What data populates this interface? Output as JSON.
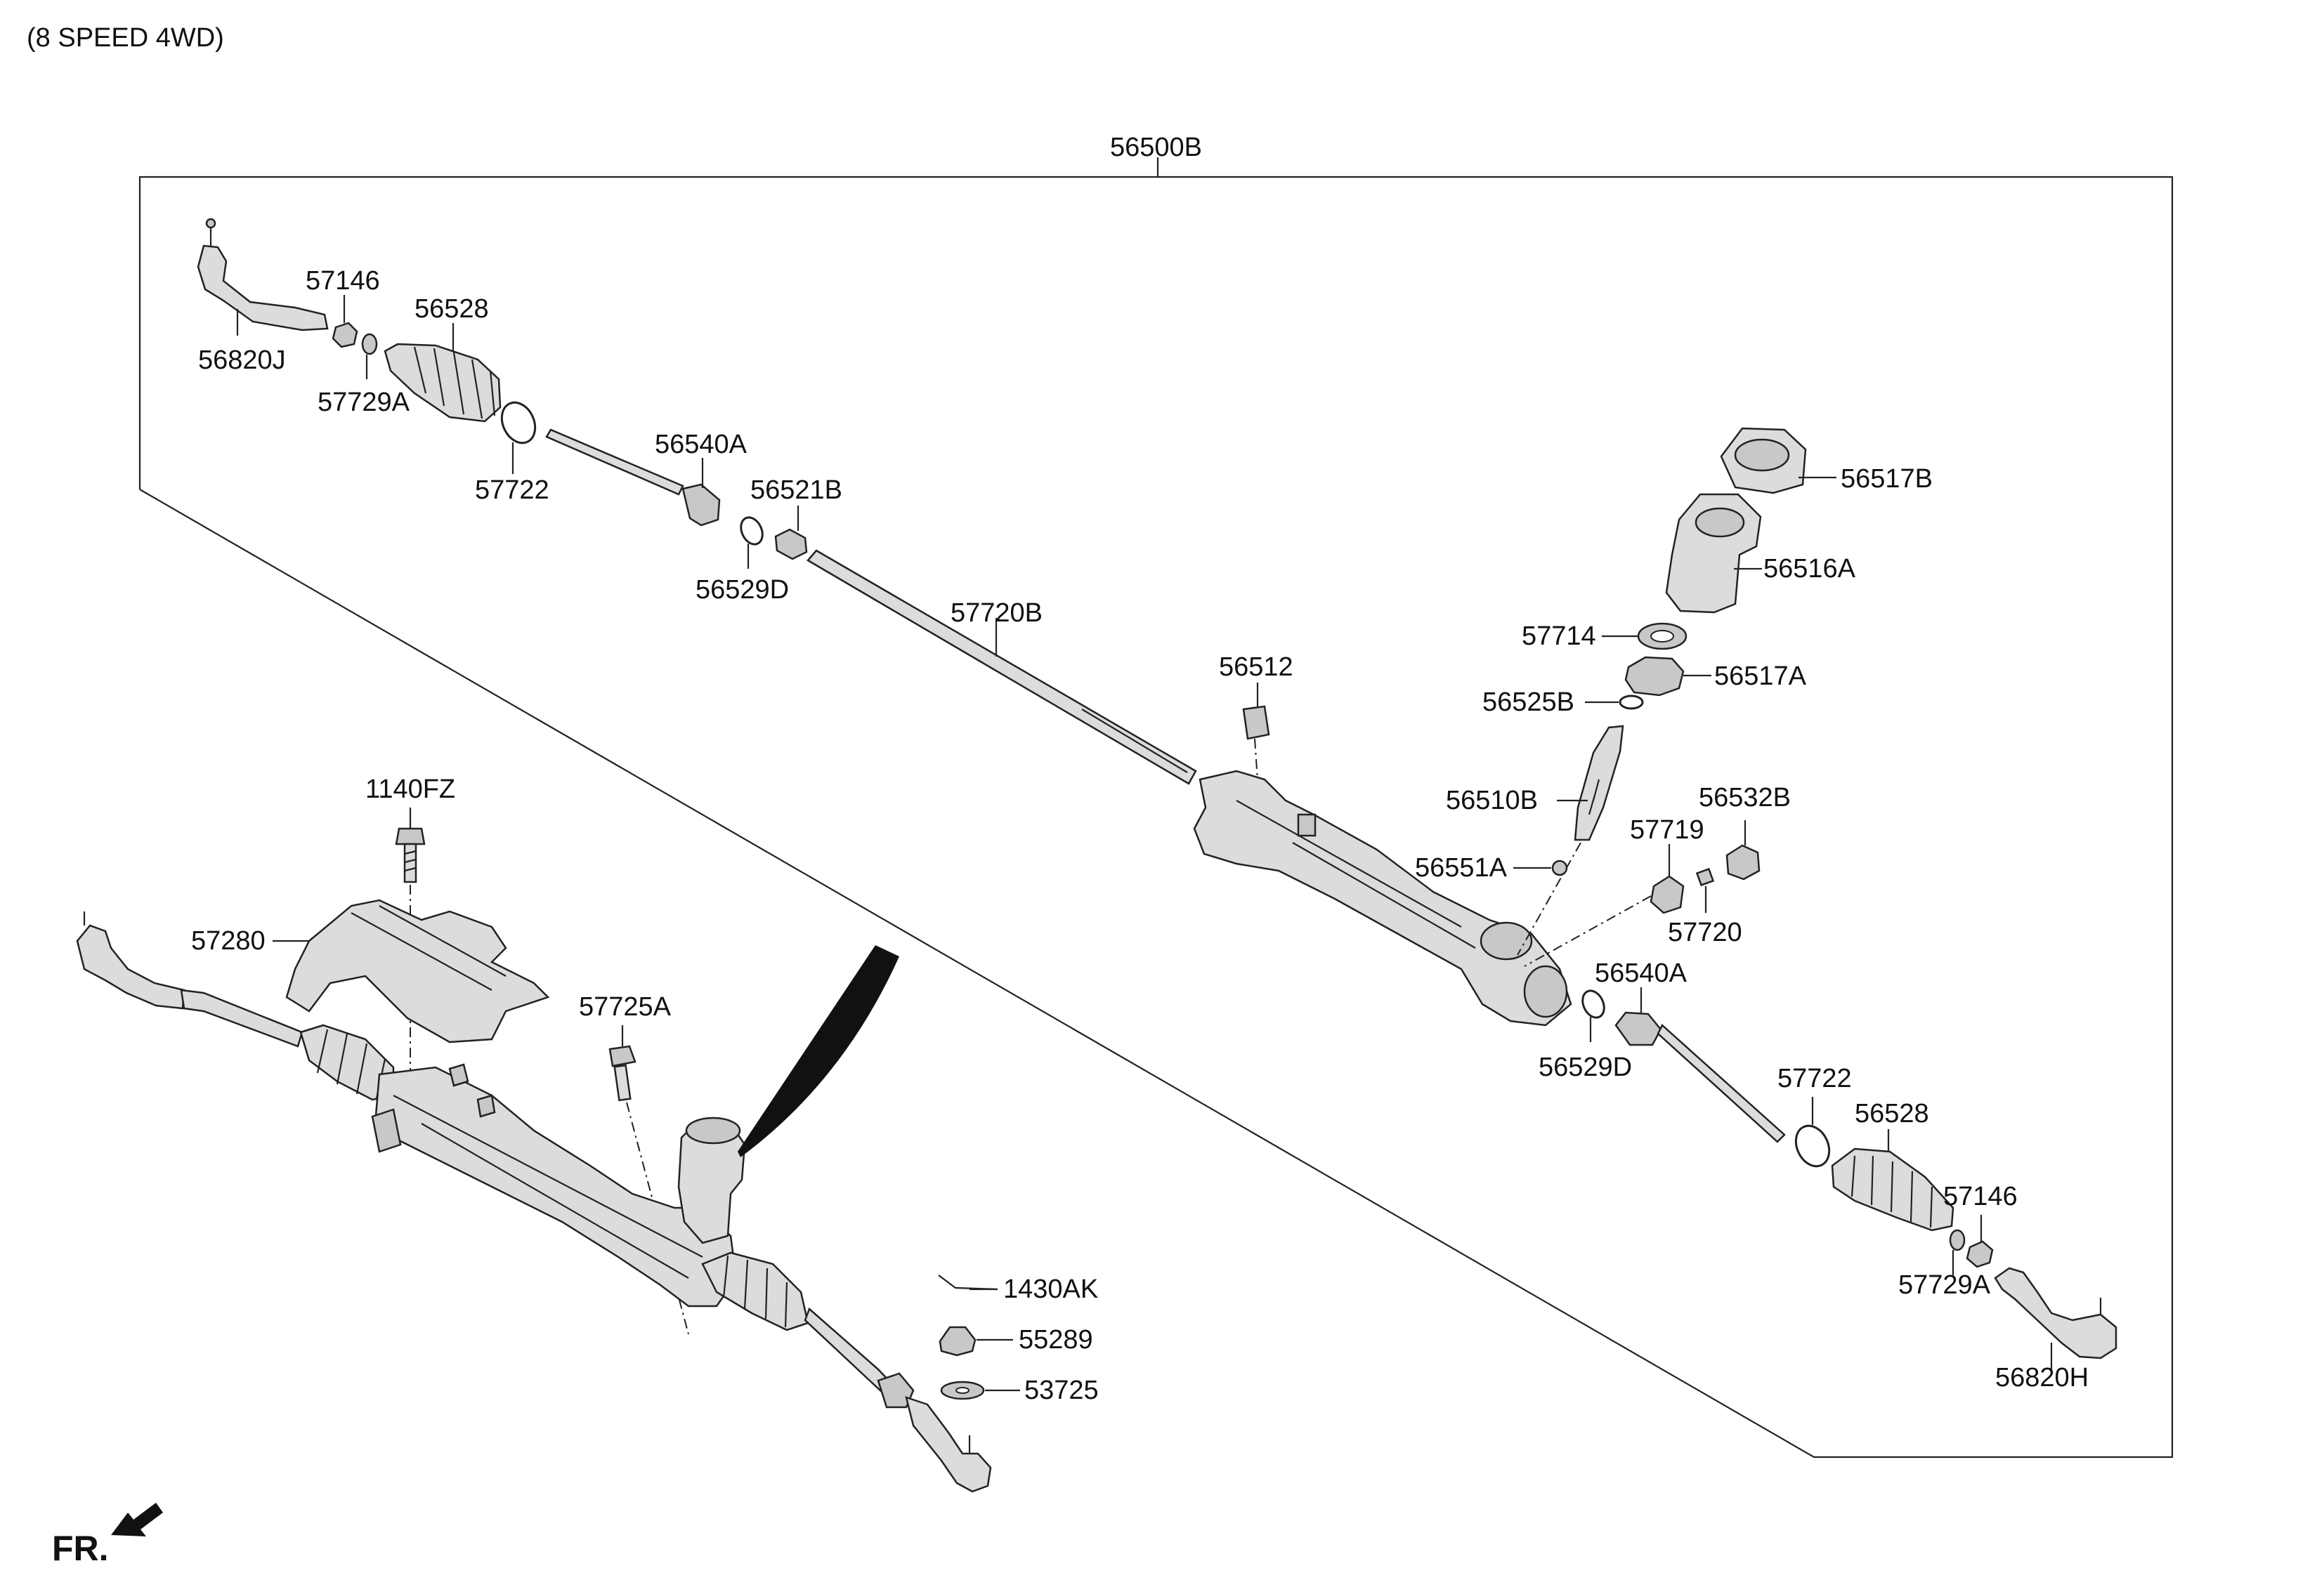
{
  "header": {
    "variant": "(8 SPEED 4WD)"
  },
  "assembly": {
    "label": "56500B"
  },
  "labels": {
    "tie_rod_end_left": "56820J",
    "nut_left": "57146",
    "clip_left": "57729A",
    "bellows_left": "56528",
    "band_left": "57722",
    "inner_rod_left": "56540A",
    "ring_left": "56529D",
    "bushing": "56521B",
    "rack_bar": "57720B",
    "plug": "56512",
    "cover_top": "56517B",
    "housing_top": "56516A",
    "washer_57714": "57714",
    "bushing_56517a": "56517A",
    "oring_56525b": "56525B",
    "pinion": "56510B",
    "pin_56551a": "56551A",
    "yoke": "57719",
    "spring_57720": "57720",
    "cap_56532b": "56532B",
    "inner_rod_right": "56540A",
    "ring_right": "56529D",
    "band_right": "57722",
    "bellows_right": "56528",
    "nut_right": "57146",
    "clip_right": "57729A",
    "tie_rod_end_right": "56820H",
    "bolt_1140fz": "1140FZ",
    "heat_shield": "57280",
    "bolt_57725a": "57725A",
    "clip_1430ak": "1430AK",
    "nut_55289": "55289",
    "washer_53725": "53725"
  },
  "direction": {
    "label": "FR."
  }
}
